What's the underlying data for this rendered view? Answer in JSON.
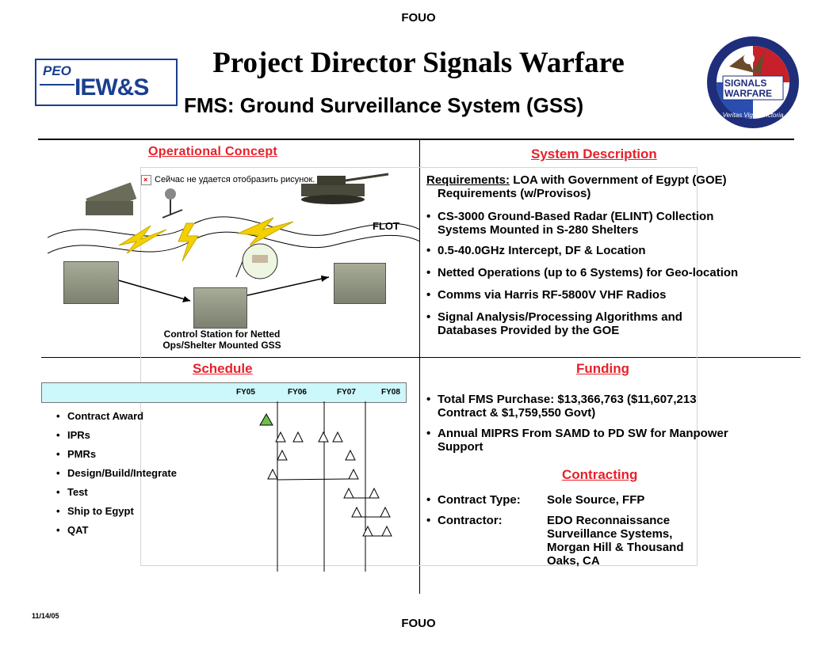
{
  "header": {
    "classification_top": "FOUO",
    "title": "Project Director Signals Warfare",
    "subtitle": "FMS: Ground Surveillance System (GSS)",
    "left_logo": {
      "line1": "PEO",
      "line2": "IEW&S"
    },
    "right_logo": {
      "line1": "SIGNALS",
      "line2": "WARFARE",
      "motto": "Veritas Vigilia Victoria"
    }
  },
  "operational_concept": {
    "heading": "Operational Concept",
    "image_error": "Сейчас не удается отобразить рисунок.",
    "flot_label": "FLOT",
    "control_station_caption_line1": "Control Station for Netted",
    "control_station_caption_line2": "Ops/Shelter Mounted GSS"
  },
  "system_description": {
    "heading": "System Description",
    "requirements_label": "Requirements:",
    "requirements_text": "LOA with Government of Egypt (GOE)",
    "requirements_cont": "Requirements (w/Provisos)",
    "bullets": [
      {
        "line1": "CS-3000 Ground-Based Radar (ELINT) Collection",
        "line2": "Systems Mounted in S-280 Shelters"
      },
      {
        "line1": "0.5-40.0GHz Intercept, DF & Location",
        "line2": ""
      },
      {
        "line1": "Netted Operations (up to 6 Systems) for Geo-location",
        "line2": ""
      },
      {
        "line1": "Comms via Harris RF-5800V VHF Radios",
        "line2": ""
      },
      {
        "line1": "Signal Analysis/Processing Algorithms and",
        "line2": "Databases Provided by the GOE"
      }
    ]
  },
  "schedule": {
    "heading": "Schedule",
    "fiscal_years": [
      "FY05",
      "FY06",
      "FY07",
      "FY08"
    ],
    "tasks": [
      "Contract Award",
      "IPRs",
      "PMRs",
      "Design/Build/Integrate",
      "Test",
      "Ship to Egypt",
      "QAT"
    ]
  },
  "funding": {
    "heading": "Funding",
    "bullets": [
      {
        "line1": "Total FMS Purchase:  $13,366,763 ($11,607,213",
        "line2": "Contract & $1,759,550 Govt)"
      },
      {
        "line1": "Annual MIPRS From SAMD to PD SW for Manpower",
        "line2": "Support"
      }
    ]
  },
  "contracting": {
    "heading": "Contracting",
    "type_label": "Contract Type:",
    "type_value": "Sole Source, FFP",
    "contractor_label": "Contractor:",
    "contractor_lines": [
      "EDO Reconnaissance",
      "Surveillance Systems,",
      "Morgan Hill & Thousand",
      "Oaks, CA"
    ]
  },
  "footer": {
    "date": "11/14/05",
    "classification_bottom": "FOUO"
  },
  "colors": {
    "heading_red": "#e8202a",
    "logo_blue": "#1a3f8f",
    "timeline_fill": "#ccf7fb",
    "milestone_green": "#6bbf4e"
  }
}
